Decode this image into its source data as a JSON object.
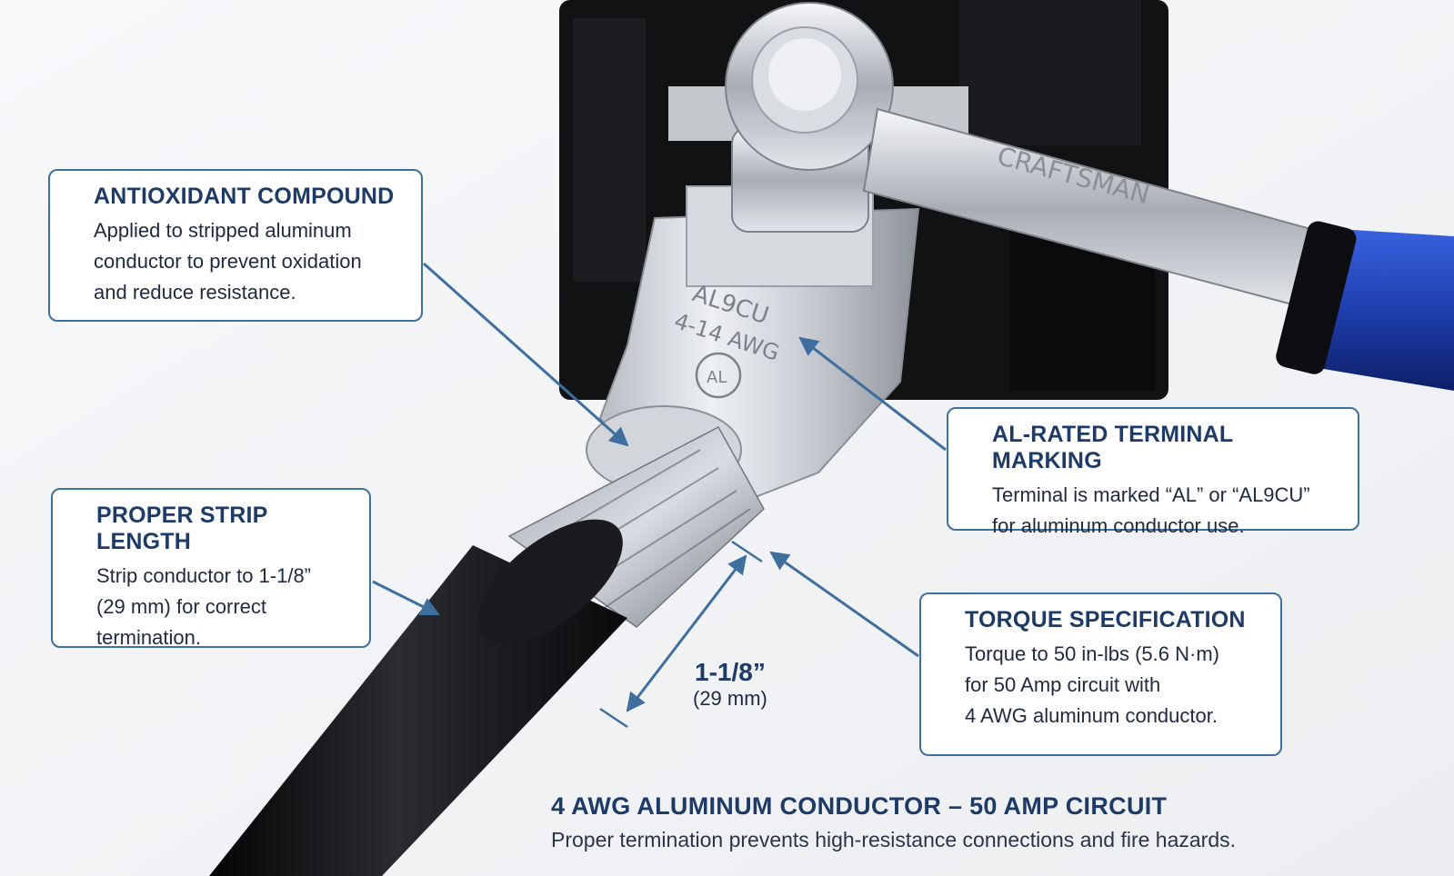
{
  "callouts": {
    "antioxidant": {
      "title": "ANTIOXIDANT COMPOUND",
      "lines": [
        "Applied to stripped aluminum",
        "conductor to prevent oxidation",
        "and reduce resistance."
      ]
    },
    "strip_length": {
      "title": "PROPER STRIP LENGTH",
      "lines": [
        "Strip conductor to 1-1/8”",
        "(29 mm) for correct",
        "termination."
      ]
    },
    "terminal_marking": {
      "title": "AL-RATED TERMINAL MARKING",
      "lines": [
        "Terminal is marked “AL” or “AL9CU”",
        "for aluminum conductor use."
      ]
    },
    "torque": {
      "title": "TORQUE SPECIFICATION",
      "lines": [
        "Torque to 50 in-lbs (5.6 N·m)",
        "for 50 Amp circuit with",
        "4 AWG aluminum conductor."
      ]
    }
  },
  "dimension": {
    "value": "1-1/8”",
    "metric": "(29 mm)"
  },
  "terminal_stamp": {
    "line1": "AL9CU",
    "line2": "4-14 AWG",
    "badge": "AL"
  },
  "wrench_brand": "CRAFTSMAN",
  "footer": {
    "title": "4 AWG ALUMINUM CONDUCTOR – 50 AMP CIRCUIT",
    "subtitle": "Proper termination prevents high-resistance connections and fire hazards."
  },
  "colors": {
    "accent": "#3f6f9f",
    "title_text": "#1e3a66",
    "background": "#f4f5f7",
    "wrench_handle": "#1f3fb0"
  }
}
